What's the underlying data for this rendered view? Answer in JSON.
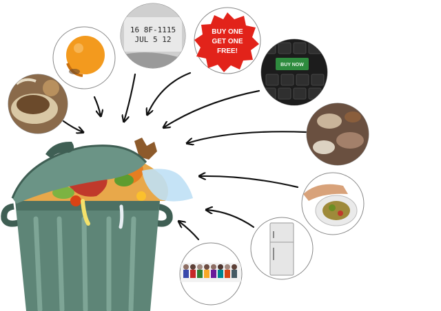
{
  "date_stamp": {
    "line1": "16 8F-1115",
    "line2": "JUL 5 12"
  },
  "promo": {
    "line1": "BUY ONE",
    "line2": "GET ONE",
    "line3": "FREE!"
  },
  "keyboard_key": "BUY NOW",
  "colors": {
    "bin_green": "#5e8577",
    "bin_dark": "#3f5f54",
    "promo_red": "#e2231a",
    "orange": "#f39a1e"
  }
}
